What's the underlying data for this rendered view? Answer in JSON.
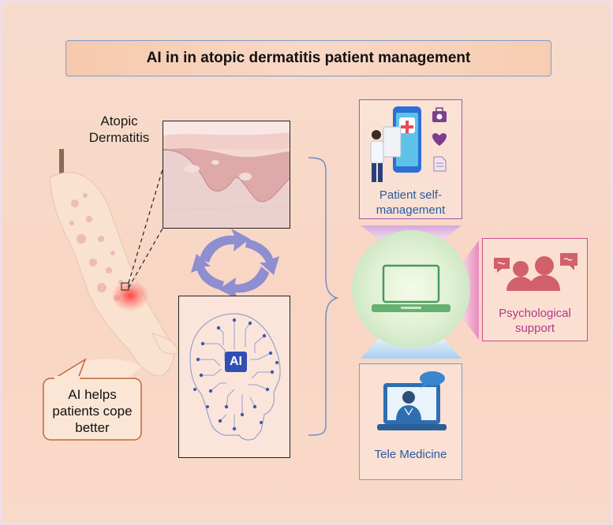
{
  "title": "AI in  in atopic dermatitis patient management",
  "arm_label": [
    "Atopic",
    "Dermatitis"
  ],
  "callout": "AI helps patients cope better",
  "ai_badge": "AI",
  "cards": {
    "self_management": [
      "Patient self-",
      "management"
    ],
    "psychological": [
      "Psychological",
      "support"
    ],
    "tele_medicine": [
      "Tele Medicine"
    ]
  },
  "icons": [
    "arm-icon",
    "skin-tissue-icon",
    "cycle-arrows-icon",
    "ai-brain-icon",
    "laptop-icon",
    "smartphone-icon",
    "doctor-icon",
    "medical-kit-icon",
    "heart-icon",
    "document-icon",
    "psychology-people-icon",
    "telemedicine-laptop-icon",
    "chat-bubble-icon"
  ],
  "colors": {
    "background": "#f7d9c8",
    "title_border": "#7a9ccf",
    "self_management": "#a05aa8",
    "psychological": "#c94f8e",
    "tele_medicine": "#6aa3cf",
    "callout_border": "#c0673a",
    "cycle": "#8e8ed0"
  }
}
